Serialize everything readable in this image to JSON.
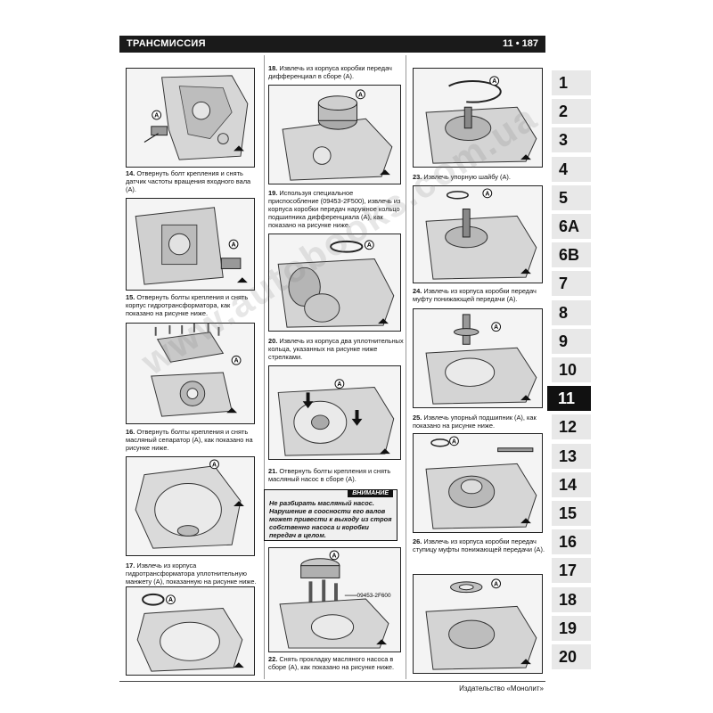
{
  "header": {
    "title": "ТРАНСМИССИЯ",
    "page": "11 • 187"
  },
  "steps": {
    "s14": {
      "num": "14.",
      "text": "Отвернуть болт крепления и снять датчик частоты вращения входного вала (А)."
    },
    "s15": {
      "num": "15.",
      "text": "Отвернуть болты крепления и снять корпус гидротрансформатора, как показано на рисунке ниже."
    },
    "s16": {
      "num": "16.",
      "text": "Отвернуть болты крепления и снять масляный сепаратор (А), как показано на рисунке ниже."
    },
    "s17": {
      "num": "17.",
      "text": "Извлечь из корпуса гидротрансформатора уплотнительную манжету (А), показанную на рисунке ниже."
    },
    "s18": {
      "num": "18.",
      "text": "Извлечь из корпуса коробки передач дифференциал в сборе (А)."
    },
    "s19": {
      "num": "19.",
      "text": "Используя специальное приспособление (09453-2F500), извлечь из корпуса коробки передач наружное кольцо подшипника дифференциала (А), как показано на рисунке ниже."
    },
    "s20": {
      "num": "20.",
      "text": "Извлечь из корпуса два уплотнительных кольца, указанных на рисунке ниже стрелками."
    },
    "s21": {
      "num": "21.",
      "text": "Отвернуть болты крепления и снять масляный насос в сборе (А)."
    },
    "s22": {
      "num": "22.",
      "text": "Снять прокладку масляного насоса в сборе (А), как показано на рисунке ниже."
    },
    "s23": {
      "num": "23.",
      "text": "Извлечь упорную шайбу (А)."
    },
    "s24": {
      "num": "24.",
      "text": "Извлечь из корпуса коробки передач муфту понижающей передачи (А)."
    },
    "s25": {
      "num": "25.",
      "text": "Извлечь упорный подшипник (А), как показано на рисунке ниже."
    },
    "s26": {
      "num": "26.",
      "text": "Извлечь из корпуса коробки передач ступицу муфты понижающей передачи (А)."
    }
  },
  "warning": {
    "title": "ВНИМАНИЕ",
    "text": "Не разбирать масляный насос. Нарушение в соосности его валов может привести к выходу из строя собственно насоса и коробки передач в целом."
  },
  "figure_labels": {
    "callout": "A",
    "tool_code": "09453-2F600"
  },
  "chapter_tabs": [
    "1",
    "2",
    "3",
    "4",
    "5",
    "6A",
    "6B",
    "7",
    "8",
    "9",
    "10",
    "11",
    "12",
    "13",
    "14",
    "15",
    "16",
    "17",
    "18",
    "19",
    "20"
  ],
  "active_tab": "11",
  "footer": {
    "publisher": "Издательство «Монолит»"
  },
  "watermark": "www.autobooks.com.ua",
  "colors": {
    "header_bg": "#1a1a1a",
    "tab_bg": "#e8e8e8",
    "tab_active_bg": "#111111"
  }
}
